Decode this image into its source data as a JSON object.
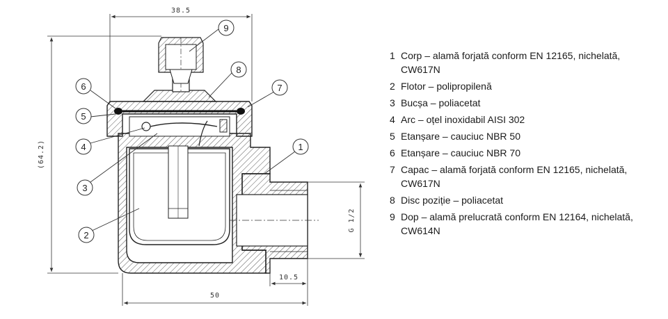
{
  "dimensions": {
    "top_width": "38.5",
    "height": "(64.2)",
    "thread": "G 1/2",
    "thread_length": "10.5",
    "bottom_width": "50"
  },
  "callouts": [
    "1",
    "2",
    "3",
    "4",
    "5",
    "6",
    "7",
    "8",
    "9"
  ],
  "legend": [
    {
      "num": "1",
      "text": "Corp – alamă forjată conform EN 12165, nichelată, CW617N"
    },
    {
      "num": "2",
      "text": "Flotor – polipropilenă"
    },
    {
      "num": "3",
      "text": "Bucșa – poliacetat"
    },
    {
      "num": "4",
      "text": "Arc – oțel inoxidabil AISI 302"
    },
    {
      "num": "5",
      "text": "Etanșare – cauciuc NBR 50"
    },
    {
      "num": "6",
      "text": "Etanșare – cauciuc NBR 70"
    },
    {
      "num": "7",
      "text": "Capac – alamă forjată conform EN 12165, nichelată, CW617N"
    },
    {
      "num": "8",
      "text": "Disc poziție – poliacetat"
    },
    {
      "num": "9",
      "text": "Dop – alamă prelucrată conform EN 12164, nichelată, CW614N"
    }
  ]
}
